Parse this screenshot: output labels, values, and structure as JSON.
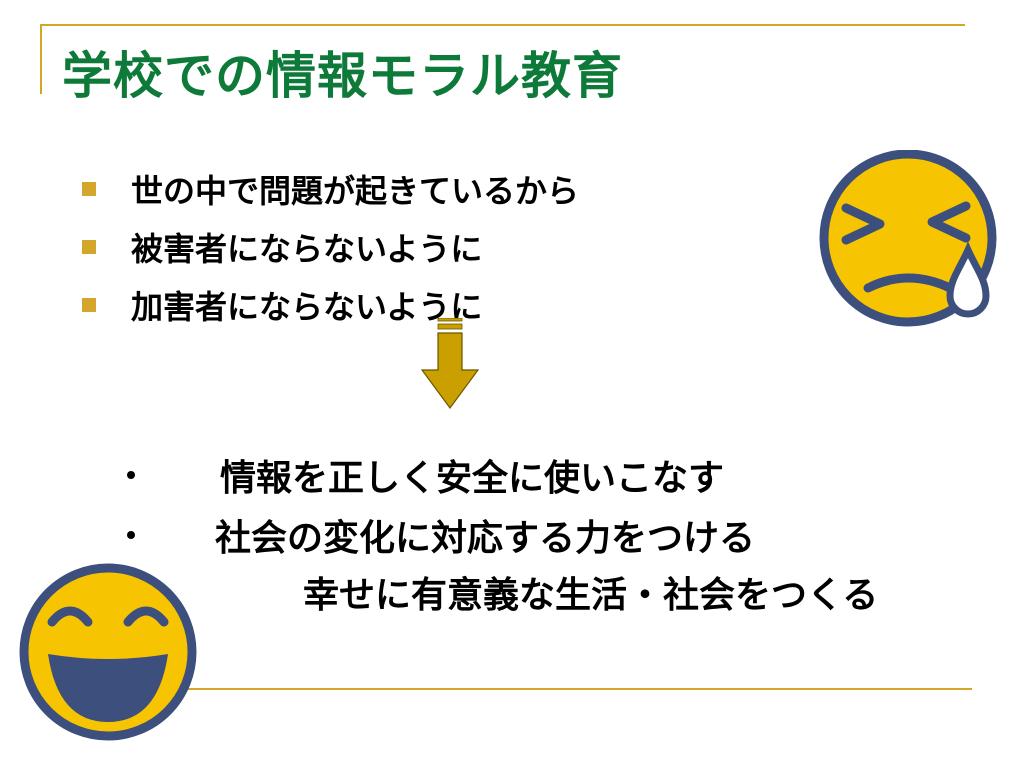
{
  "slide": {
    "title": "学校での情報モラル教育",
    "reasons": [
      "世の中で問題が起きているから",
      "被害者にならないように",
      "加害者にならないように"
    ],
    "goals": [
      "情報を正しく安全に使いこなす",
      "社会の変化に対応する力をつける"
    ],
    "conclusion": "幸せに有意義な生活・社会をつくる"
  },
  "colors": {
    "title": "#0e7a3a",
    "accent": "#d4a72c",
    "face_fill": "#f6c400",
    "face_outline": "#3d4f7c"
  },
  "icons": {
    "arrow": "down-arrow-icon",
    "sad_face": "crying-face-icon",
    "happy_face": "laughing-face-icon"
  }
}
